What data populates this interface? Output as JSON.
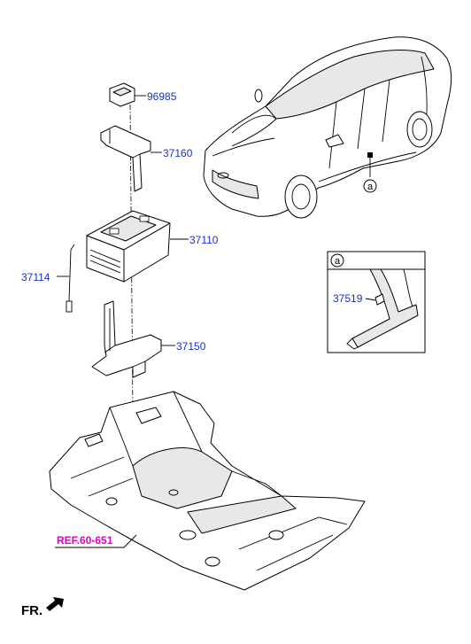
{
  "labels": {
    "bracket_clip": "96985",
    "hold_down_clamp": "37160",
    "battery": "37110",
    "hold_down_bolt": "37114",
    "battery_tray": "37150",
    "detail_part": "37519",
    "car_callout": "a",
    "detail_callout": "a"
  },
  "reference": "REF.60-651",
  "direction": "FR."
}
